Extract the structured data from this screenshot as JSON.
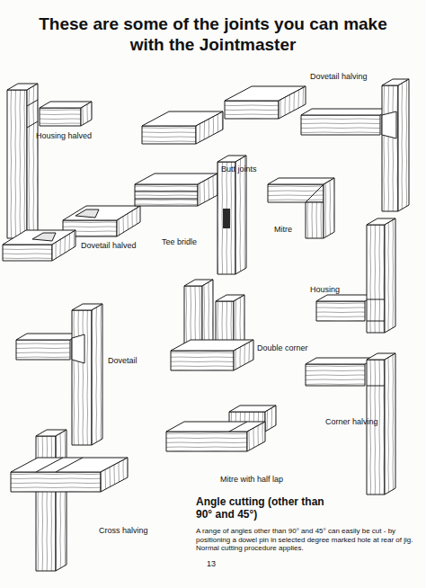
{
  "diagram": {
    "title": "These are some of the joints you can make with the Jointmaster",
    "labels": [
      "Housing halved",
      "Butt joints",
      "Dovetail halving",
      "Dovetail halved",
      "Tee bridle",
      "Mitre",
      "Housing",
      "Dovetail",
      "Double corner",
      "Corner halving",
      "Mitre with half lap",
      "Angle cutting (other than 90° and 45°)",
      "A range of angles other than 90° and 45° can easily be cut - by positioning a dowel pin in selected degree marked hole at rear of jig. Normal cutting procedure applies.",
      "Cross halving",
      "13"
    ]
  }
}
